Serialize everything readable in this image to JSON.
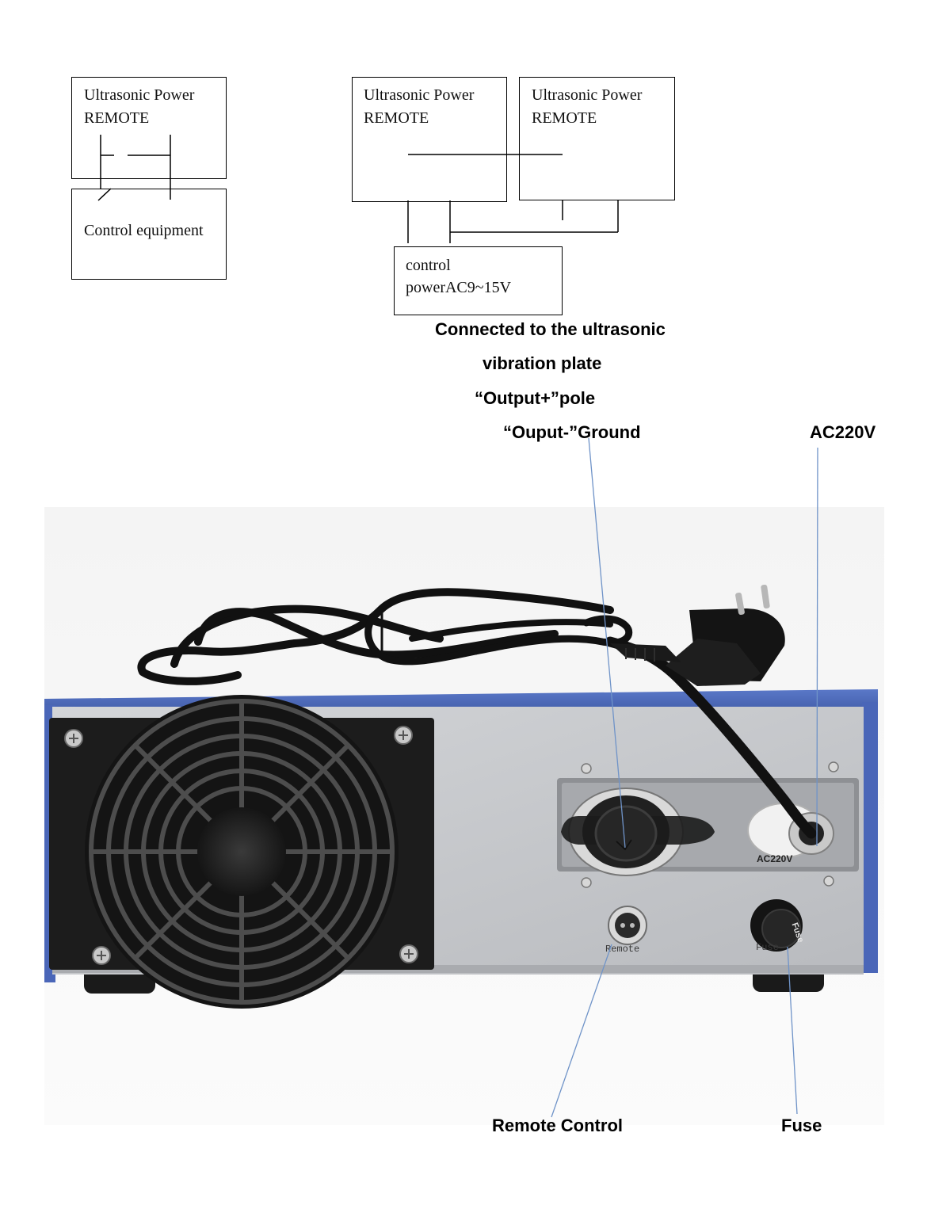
{
  "diagram_left": {
    "power_box": {
      "line1": "Ultrasonic Power",
      "line2": "REMOTE"
    },
    "control_box": {
      "label": "Control equipment"
    }
  },
  "diagram_right": {
    "power_box_a": {
      "line1": "Ultrasonic Power",
      "line2": "REMOTE"
    },
    "power_box_b": {
      "line1": "Ultrasonic Power",
      "line2": "REMOTE"
    },
    "control_power_box": {
      "line1": "control",
      "line2": "powerAC9~15V"
    }
  },
  "photo_labels": {
    "output_line1": "Connected to the ultrasonic",
    "output_line2": "vibration plate",
    "output_line3": "“Output+”pole",
    "output_line4": "“Ouput-”Ground",
    "ac": "AC220V",
    "remote": "Remote Control",
    "fuse": "Fuse"
  },
  "device_markings": {
    "ac_socket": "AC220V",
    "remote_port": "Remote",
    "fuse_holder": "Fuse",
    "fuse_cap": "Fuse"
  },
  "colors": {
    "chassis_blue": "#4a66b8",
    "panel_gray": "#c4c6ca",
    "leader_line": "#6f93c8"
  }
}
